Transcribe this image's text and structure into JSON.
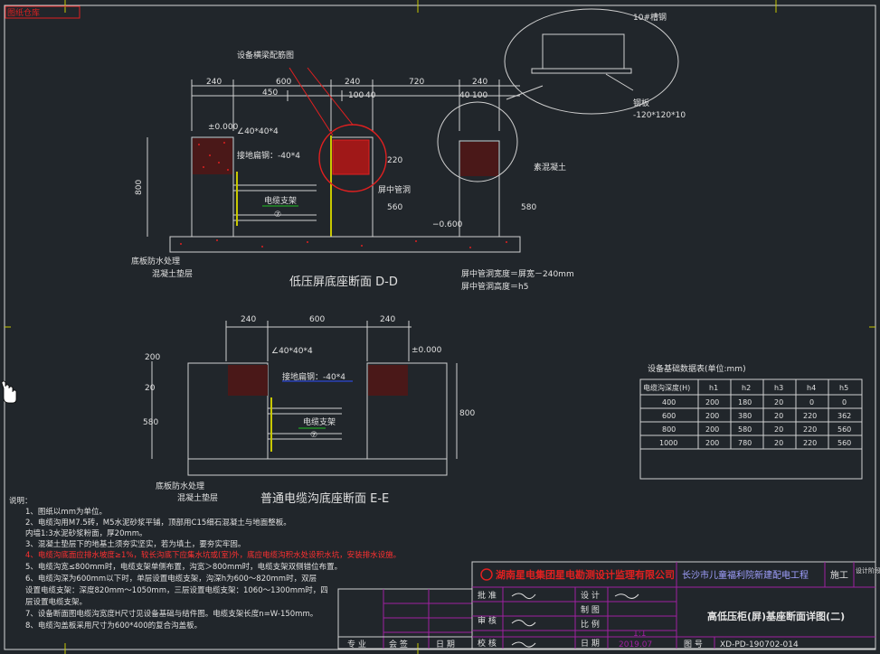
{
  "top_tag": "图纸仓库",
  "labels": {
    "equip_callout": "设备横梁配筋图",
    "level_top_dd": "±0.000",
    "steel_dd": "∠40*40*4",
    "grounding_dd": "接地扁钢：-40*4",
    "cable_support_dd": "电缆支架",
    "callout_num": "⑦",
    "level_bottom_dd": "−0.600",
    "mid_height_dd": "屏中管洞",
    "fill_soil_dd": "素混凝土",
    "base_waterproof_dd": "底板防水处理",
    "base_concrete_dd": "混凝土垫层",
    "section_dd_title": "低压屏底座断面 D-D",
    "note_hole1": "屏中管洞宽度＝屏宽－240mm",
    "note_hole2": "屏中管洞高度＝h5",
    "plate_label": "钢板",
    "plate_size": "-120*120*10",
    "steel_detail": "10#槽钢",
    "steel_ee": "∠40*40*4",
    "level_top_ee": "±0.000",
    "grounding_ee": "接地扁钢：-40*4",
    "cable_support_ee": "电缆支架",
    "base_waterproof_ee": "底板防水处理",
    "base_concrete_ee": "混凝土垫层",
    "section_ee_title": "普通电缆沟底座断面 E-E"
  },
  "dims_dd": {
    "top": [
      "240",
      "600",
      "240",
      "720",
      "240"
    ],
    "second": [
      "450",
      "100",
      "40",
      "40",
      "100"
    ],
    "left_height": "800",
    "h_220": "220",
    "h_560": "560",
    "h_580": "580"
  },
  "dims_ee": {
    "top": [
      "240",
      "600",
      "240"
    ],
    "left_200": "200",
    "left_20": "20",
    "left_580": "580",
    "right_800": "800"
  },
  "table": {
    "title": "设备基础数据表(单位:mm)",
    "headers": [
      "电缆沟深度(H)",
      "h1",
      "h2",
      "h3",
      "h4",
      "h5"
    ],
    "rows": [
      [
        "400",
        "200",
        "180",
        "20",
        "0",
        "0"
      ],
      [
        "600",
        "200",
        "380",
        "20",
        "220",
        "362"
      ],
      [
        "800",
        "200",
        "580",
        "20",
        "220",
        "560"
      ],
      [
        "1000",
        "200",
        "780",
        "20",
        "220",
        "560"
      ]
    ]
  },
  "notes": {
    "heading": "说明：",
    "lines": [
      "1、图纸以mm为单位。",
      "2、电缆沟用M7.5砖，M5水泥砂浆平铺，顶部用C15细石混凝土与地面整板。",
      "内墙1:3水泥砂浆粉面，厚20mm。",
      "3、混凝土垫层下的地基土须夯实坚实，若为填土，要夯实牢固。",
      "4、电缆沟底面应排水坡度≥1%，较长沟底下应集水坑或(室)外，底应电缆沟积水处设积水坑，安装排水设施。",
      "5、电缆沟宽≤800mm时，电缆支架单侧布置，沟宽＞800mm时，电缆支架双侧错位布置。",
      "6、电缆沟深为600mm以下时，单层设置电缆支架，沟深h为600～820mm时，双层",
      "设置电缆支架：深度820mm～1050mm，三层设置电缆支架：1060～1300mm时，四",
      "层设置电缆支架。",
      "7、设备断面图电缆沟宽度H尺寸见设备基础与结件图。电缆支架长度n=W-150mm。",
      "8、电缆沟盖板采用尺寸为600*400的复合沟盖板。"
    ]
  },
  "title_block": {
    "company": "湖南星电集团星电勘测设计监理有限公司",
    "project": "长沙市儿童福利院新建配电工程",
    "stage_label": "施工",
    "stage2": "设计阶段",
    "drawing_title": "高低压柜(屏)基座断面详图(二)",
    "rows_left": [
      "批 准",
      "审 核",
      "校 核"
    ],
    "rows_mid": [
      "设 计",
      "制 图",
      "比 例",
      "日 期"
    ],
    "scale": "1:1",
    "date": "2019.07",
    "drawing_no_label": "图 号",
    "drawing_no": "XD-PD-190702-014",
    "sign_labels": [
      "专 业",
      "会 签",
      "日 期"
    ]
  }
}
